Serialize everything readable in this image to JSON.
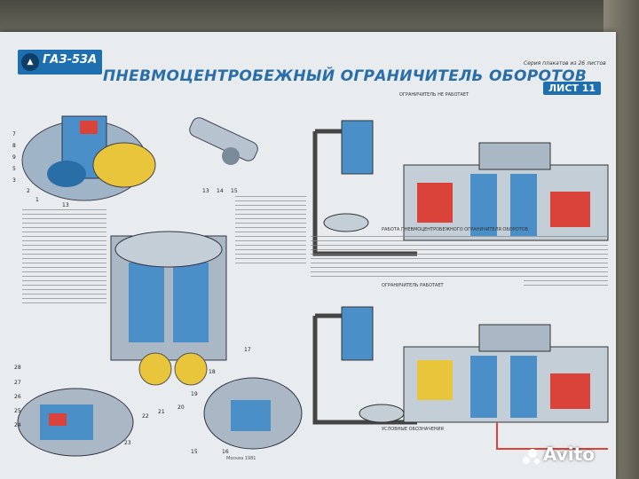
{
  "poster": {
    "model": "ГАЗ-53А",
    "title": "ПНЕВМОЦЕНТРОБЕЖНЫЙ ОГРАНИЧИТЕЛЬ ОБОРОТОВ",
    "sheet": "ЛИСТ 11",
    "series_note": "Серия плакатов из 26 листов",
    "caption_top": "ОГРАНИЧИТЕЛЬ НЕ РАБОТАЕТ",
    "caption_middle": "РАБОТА ПНЕВМОЦЕНТРОБЕЖНОГО ОГРАНИЧИТЕЛЯ ОБОРОТОВ",
    "caption_bottom": "ОГРАНИЧИТЕЛЬ РАБОТАЕТ",
    "legend_title": "УСЛОВНЫЕ ОБОЗНАЧЕНИЯ",
    "publisher": "Москва 1981"
  },
  "callouts_left": [
    "7",
    "8",
    "9",
    "5",
    "3",
    "2",
    "1",
    "13"
  ],
  "callouts_part": [
    "13",
    "14",
    "15"
  ],
  "callouts_bottom": [
    "28",
    "27",
    "26",
    "25",
    "24",
    "23",
    "22",
    "21",
    "20",
    "19",
    "18",
    "17",
    "16",
    "15"
  ],
  "watermark": {
    "text": "Avito"
  },
  "colors": {
    "blue": "#2a6ea8",
    "red": "#d9433a",
    "yellow": "#e8c53a",
    "duct": "#444"
  }
}
